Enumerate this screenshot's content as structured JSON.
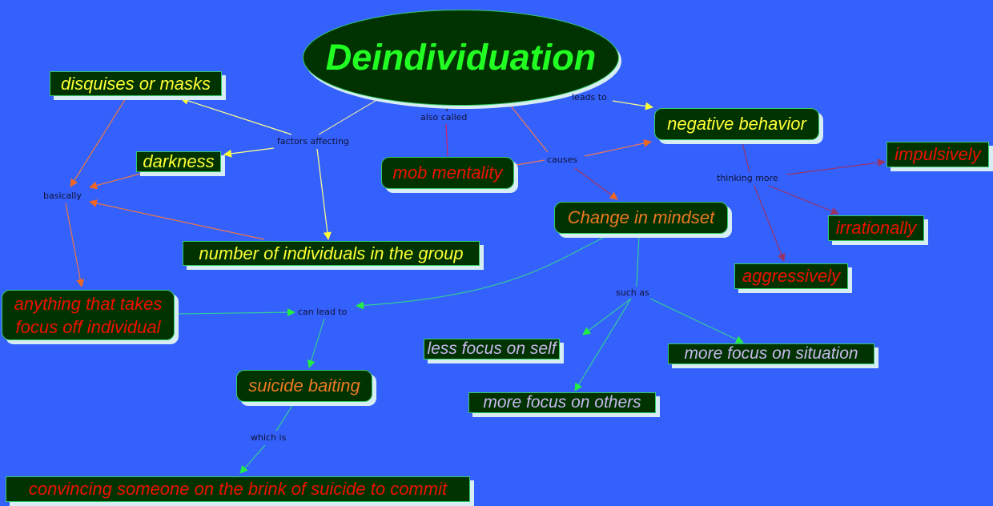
{
  "colors": {
    "background": "#3461fc",
    "node_fill": "#003300",
    "node_border": "#33cc66",
    "yellow": "#ffff33",
    "red": "#ee1100",
    "orange": "#ee7722",
    "lavender": "#c8b8ee",
    "green_text": "#22ff22"
  },
  "root": {
    "label": "Deindividuation"
  },
  "nodes": {
    "disguises": "disquises or masks",
    "darkness": "darkness",
    "number": "number of individuals in the group",
    "anything": "anything that takes focus off individual",
    "anything_line1": "anything that takes",
    "anything_line2": "focus off individual",
    "mob": "mob mentality",
    "negative": "negative behavior",
    "change": "Change in mindset",
    "impulsively": "impulsively",
    "irrationally": "irrationally",
    "aggressively": "aggressively",
    "less_self": "less focus on self",
    "more_situation": "more focus on situation",
    "more_others": "more focus on others",
    "baiting": "suicide baiting",
    "convincing": "convincing someone on the brink of suicide to commit"
  },
  "links": {
    "factors": "factors affecting",
    "basically": "basically",
    "also_called": "also called",
    "causes": "causes",
    "leads_to": "leads to",
    "thinking_more": "thinking more",
    "can_lead_to": "can lead to",
    "such_as": "such as",
    "which_is": "which is"
  }
}
